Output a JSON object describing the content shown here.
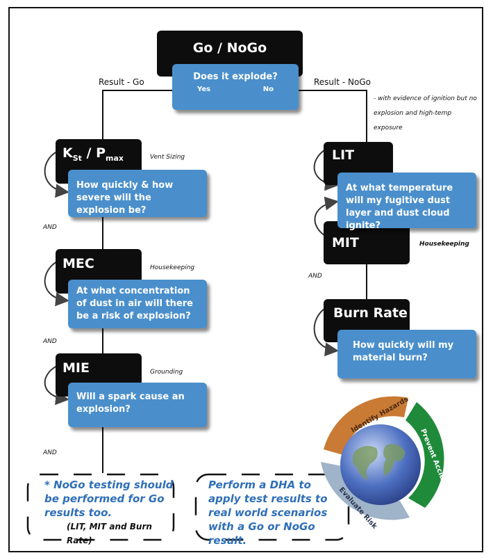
{
  "top": {
    "title": "Go / NoGo",
    "question": "Does it explode?",
    "yes": "Yes",
    "no": "No",
    "result_go": "Result - Go",
    "result_nogo": "Result - NoGo",
    "nogo_note": "- with evidence of ignition but no explosion and high-temp exposure"
  },
  "left": {
    "kst": {
      "title_main": "K",
      "title_sub1": "St",
      "title_mid": " / P",
      "title_sub2": "max",
      "tag": "Vent Sizing",
      "question": "How quickly & how severe will the explosion be?"
    },
    "mec": {
      "title": "MEC",
      "tag": "Housekeeping",
      "question": "At what concentration of dust in air will there be a risk of explosion?"
    },
    "mie": {
      "title": "MIE",
      "tag": "Grounding",
      "question": "Will a spark cause an explosion?"
    },
    "and1": "AND",
    "and2": "AND",
    "and3": "AND"
  },
  "right": {
    "lit": {
      "title": "LIT"
    },
    "shared_question": "At what temperature will my fugitive dust layer and dust cloud ignite?",
    "mit": {
      "title": "MIT",
      "tag": "Housekeeping"
    },
    "and": "AND",
    "burn": {
      "title": "Burn Rate",
      "question": "How quickly will my material burn?"
    }
  },
  "notes": {
    "nogo": "* NoGo testing should be performed for Go results too.",
    "nogo_sub": "(LIT, MIT and Burn Rate)",
    "dha": "Perform a DHA to apply test results to real world scenarios with a Go or NoGo result."
  },
  "cycle": {
    "segments": [
      "Identify Hazards",
      "Prevent Accidents",
      "Evaluate Risk"
    ],
    "colors": {
      "identify": "#c97a34",
      "prevent": "#1f8a3a",
      "evaluate": "#9fb3c9",
      "globe": "#4d6fc0"
    }
  }
}
